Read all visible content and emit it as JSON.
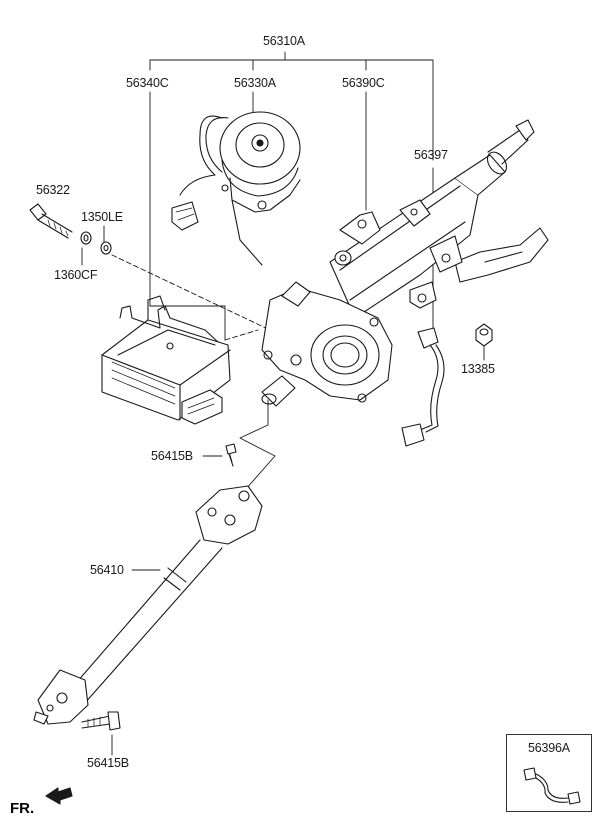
{
  "labels": {
    "assembly": "56310A",
    "ecu": "56340C",
    "motor": "56330A",
    "upper_column": "56390C",
    "harness": "56397",
    "bolt": "56322",
    "washer_a": "1350LE",
    "washer_b": "1360CF",
    "nut": "13385",
    "bolt_small": "56415B",
    "shaft": "56410",
    "bolt_lower": "56415B"
  },
  "inset": {
    "part_number": "56396A"
  },
  "direction_marker": "FR.",
  "colors": {
    "line": "#1a1a1a",
    "background": "#ffffff"
  }
}
